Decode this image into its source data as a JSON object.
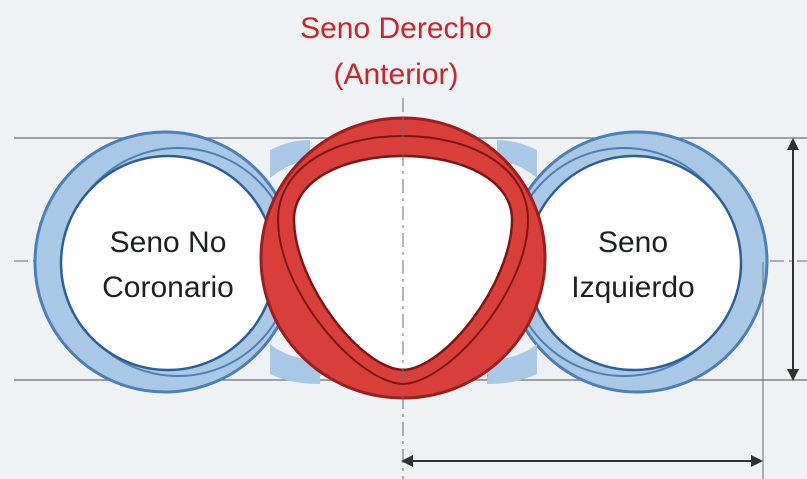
{
  "title": {
    "line1": "Seno Derecho",
    "line2": "(Anterior)"
  },
  "sinuses": {
    "left": {
      "line1": "Seno No",
      "line2": "Coronario"
    },
    "right": {
      "line1": "Seno",
      "line2": "Izquierdo"
    }
  },
  "colors": {
    "background": "#eef2f5",
    "blue_fill": "#a9c8e6",
    "blue_stroke": "#4c7fb3",
    "red_fill": "#d83e3a",
    "red_stroke": "#9b1f1f",
    "guide_line": "#6b6f75",
    "title_red": "#c8262b"
  }
}
